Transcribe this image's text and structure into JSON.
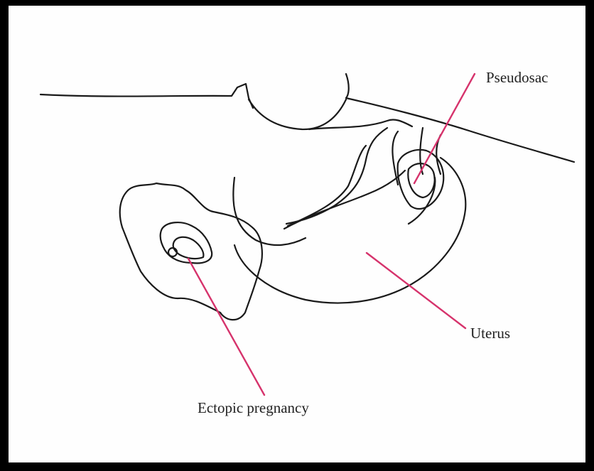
{
  "labels": {
    "pseudosac": "Pseudosac",
    "uterus": "Uterus",
    "ectopic": "Ectopic pregnancy"
  },
  "colors": {
    "frame": "#000000",
    "background": "#fefefe",
    "ink": "#1a1a1a",
    "pointer": "#d6336c"
  }
}
